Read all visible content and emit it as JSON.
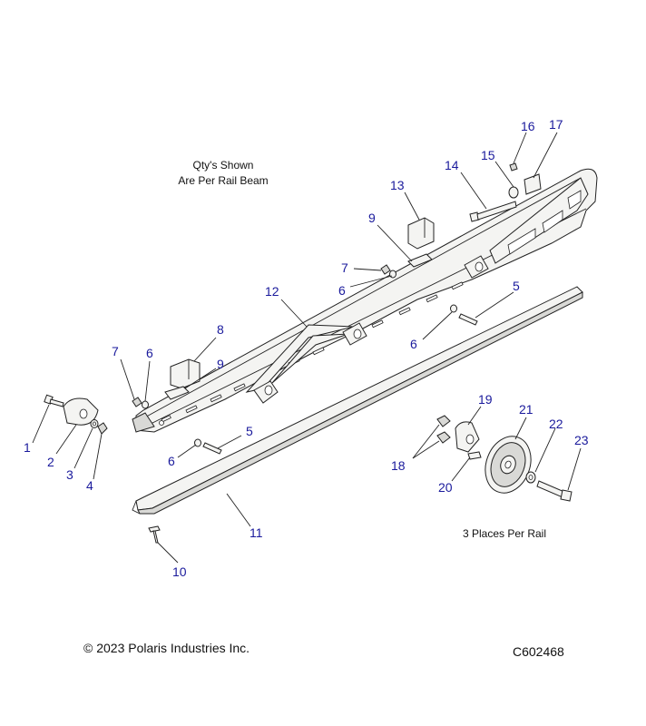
{
  "notes": {
    "qty_line1": "Qty's Shown",
    "qty_line2": "Are Per Rail Beam",
    "places": "3 Places Per Rail"
  },
  "footer": {
    "copyright": "© 2023 Polaris Industries Inc.",
    "code": "C602468"
  },
  "callouts": {
    "c1": "1",
    "c2": "2",
    "c3": "3",
    "c4": "4",
    "c5a": "5",
    "c5b": "5",
    "c6a": "6",
    "c6b": "6",
    "c6c": "6",
    "c6d": "6",
    "c7a": "7",
    "c7b": "7",
    "c8": "8",
    "c9a": "9",
    "c9b": "9",
    "c10": "10",
    "c11": "11",
    "c12": "12",
    "c13": "13",
    "c14": "14",
    "c15": "15",
    "c16": "16",
    "c17": "17",
    "c18": "18",
    "c19": "19",
    "c20": "20",
    "c21": "21",
    "c22": "22",
    "c23": "23"
  },
  "colors": {
    "callout": "#1a1a9c",
    "line": "#222222",
    "part_fill": "#f4f4f2"
  }
}
